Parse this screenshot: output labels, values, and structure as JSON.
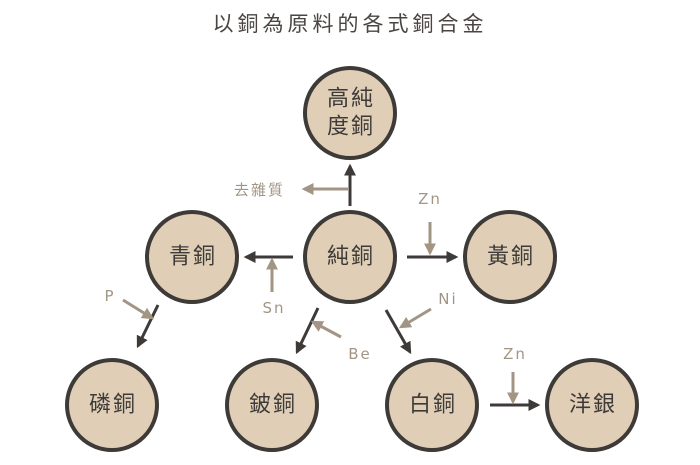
{
  "title": "以銅為原料的各式銅合金",
  "nodes": {
    "high_purity": [
      "高純",
      "度銅"
    ],
    "bronze": [
      "青銅"
    ],
    "pure": [
      "純銅"
    ],
    "brass": [
      "黃銅"
    ],
    "phosphor": [
      "磷銅"
    ],
    "beryllium": [
      "鈹銅"
    ],
    "cupronickel": [
      "白銅"
    ],
    "nickel_silver": [
      "洋銀"
    ]
  },
  "additives": {
    "remove_impurities": "去雜質",
    "zn_brass": "Zn",
    "sn": "Sn",
    "p": "P",
    "be": "Be",
    "ni": "Ni",
    "zn_nickel_silver": "Zn"
  },
  "colors": {
    "fill": "#e0cfb6",
    "stroke": "#3d3a38",
    "additive": "#a39584"
  }
}
